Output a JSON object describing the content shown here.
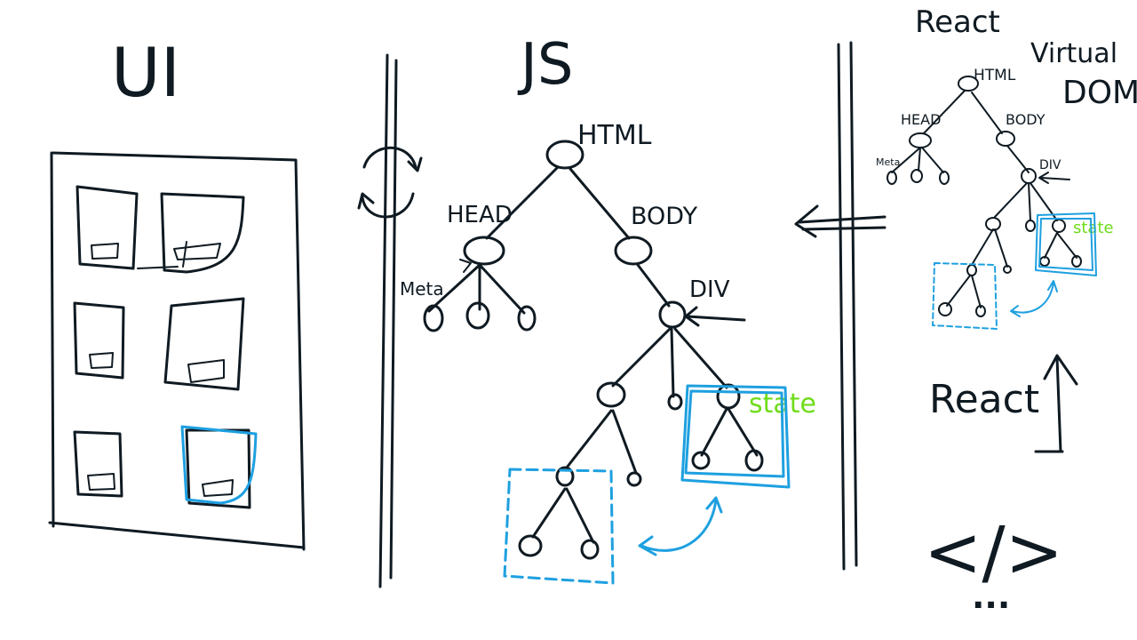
{
  "labels": {
    "ui": "UI",
    "js": "JS",
    "react_top": "React",
    "virtual_dom_line1": "Virtual",
    "virtual_dom_line2": "DOM",
    "react_bottom": "React",
    "jsx_tag": "</>",
    "ellipsis": "...",
    "js_tree": {
      "html": "HTML",
      "head": "HEAD",
      "body": "BODY",
      "meta": "Meta",
      "div": "DIV",
      "state": "state"
    },
    "vdom_tree": {
      "html": "HTML",
      "head": "HEAD",
      "body": "BODY",
      "meta": "Meta",
      "div": "DIV",
      "state": "state"
    }
  },
  "colors": {
    "ink": "#0f1a22",
    "highlight_blue": "#1ea0e0",
    "state_green": "#6fdc1a",
    "background": "#ffffff"
  },
  "icons": {
    "refresh": "refresh-arrows-icon",
    "sync": "bidirectional-arrow-icon",
    "left_arrow": "left-arrow-icon",
    "up_arrow": "up-arrow-icon",
    "pointer": "pointer-arrow-icon"
  }
}
